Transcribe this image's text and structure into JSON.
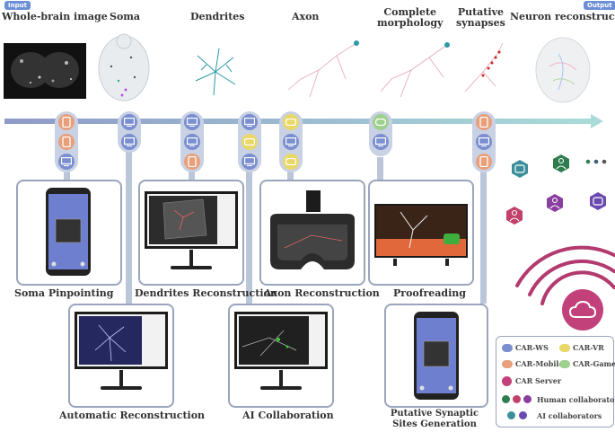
{
  "tags": {
    "input": "Input",
    "output": "Output"
  },
  "stages": [
    {
      "label": "Whole-brain image"
    },
    {
      "label": "Soma"
    },
    {
      "label": "Dendrites"
    },
    {
      "label": "Axon"
    },
    {
      "label": "Complete\nmorphology"
    },
    {
      "label": "Putative\nsynapses"
    },
    {
      "label": "Neuron reconstructions"
    }
  ],
  "tasks": {
    "soma_pinpointing": "Soma Pinpointing",
    "dendrites_reconstruction": "Dendrites Reconstruction",
    "axon_reconstruction": "Axon Reconstruction",
    "proofreading": "Proofreading",
    "automatic_reconstruction": "Automatic Reconstruction",
    "ai_collaboration": "AI Collaboration",
    "synaptic_sites": "Putative Synaptic\nSites Generation"
  },
  "legend": {
    "car_ws": "CAR-WS",
    "car_vr": "CAR-VR",
    "car_mobile": "CAR-Mobile",
    "car_game": "CAR-Game",
    "car_server": "CAR Server",
    "human": "Human collaborators",
    "ai": "AI collaborators"
  },
  "colors": {
    "ws": "#7b8fd0",
    "mobile": "#e8a07a",
    "vr": "#e8d86a",
    "game": "#9ed08f",
    "server": "#c2417a",
    "human_green": "#2f7d4f",
    "human_red": "#c2416a",
    "human_purple": "#8a3ea0",
    "ai_teal": "#3b8f9a",
    "ai_purple": "#6a4ab0"
  }
}
